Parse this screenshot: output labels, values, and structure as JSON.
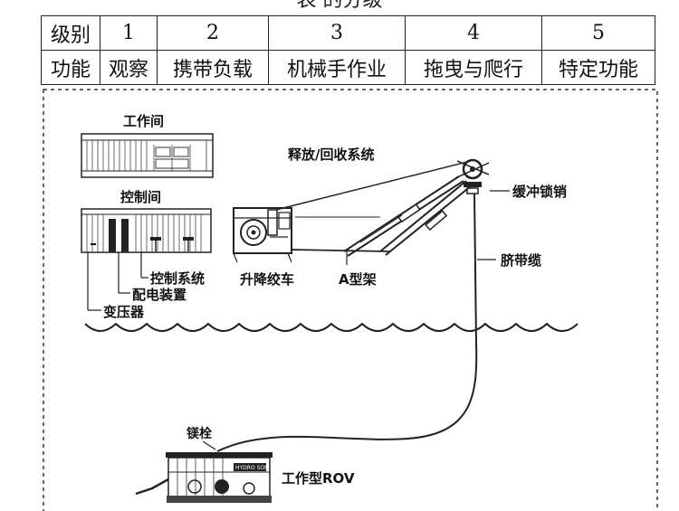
{
  "top_text": "表  的分级",
  "table": {
    "row1": {
      "header": "级别",
      "cells": [
        "1",
        "2",
        "3",
        "4",
        "5"
      ]
    },
    "row2": {
      "header": "功能",
      "cells": [
        "观察",
        "携带负载",
        "机械手作业",
        "拖曳与爬行",
        "特定功能"
      ]
    }
  },
  "diagram": {
    "labels": {
      "work_room": "工作间",
      "control_room": "控制间",
      "launch_recovery": "释放/回收系统",
      "buffer_lock": "缓冲锁销",
      "umbilical": "脐带缆",
      "winch": "升降绞车",
      "a_frame": "A型架",
      "control_system": "控制系统",
      "power_device": "配电装置",
      "transformer": "变压器",
      "lock_pin": "镁栓",
      "rov": "工作型ROV",
      "rov_brand": "HYDRO SON"
    }
  }
}
